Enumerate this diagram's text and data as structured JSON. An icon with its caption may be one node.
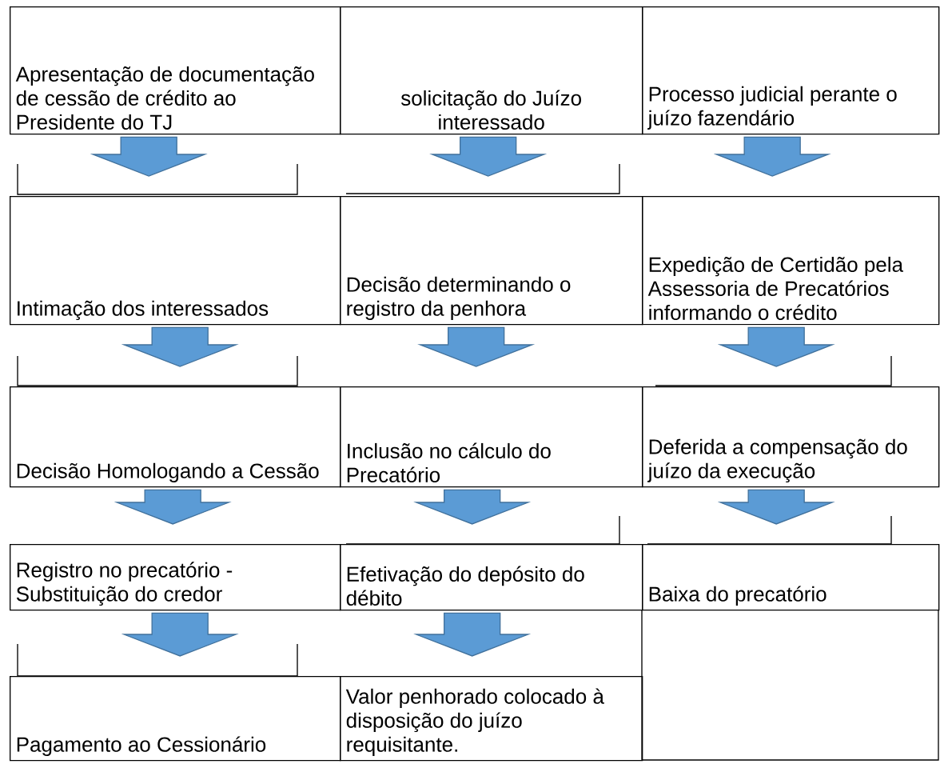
{
  "diagram": {
    "nodes": [
      {
        "text": [
          "Apresentação de documentação de cessão de crédito ao Presidente do TJ"
        ]
      },
      {
        "text": [
          "solicitação do Juízo interessado"
        ]
      },
      {
        "text": [
          "Processo judicial perante o juízo fazendário"
        ]
      },
      {
        "text": [
          "Intimação dos interessados"
        ]
      },
      {
        "text": [
          "Decisão determinando o registro da penhora"
        ]
      },
      {
        "text": [
          "Expedição de Certidão pela Assessoria de Precatórios informando o crédito"
        ]
      },
      {
        "text": [
          "Decisão Homologando a Cessão"
        ]
      },
      {
        "text": [
          "Inclusão no cálculo do Precatório"
        ]
      },
      {
        "text": [
          "Deferida a compensação do juízo da execução"
        ]
      },
      {
        "text": [
          "Registro no precatório - Substituição do credor"
        ]
      },
      {
        "text": [
          "Efetivação do depósito do débito"
        ]
      },
      {
        "text": [
          "Baixa do precatório"
        ]
      },
      {
        "text": [
          "Pagamento ao Cessionário"
        ]
      },
      {
        "text": [
          "Valor penhorado colocado à disposição do juízo requisitante."
        ]
      }
    ],
    "edges": [
      {
        "from": 0,
        "to": 3,
        "arrow": "to"
      },
      {
        "from": 1,
        "to": 4,
        "arrow": "to"
      },
      {
        "from": 2,
        "to": 5,
        "arrow": "to"
      },
      {
        "from": 3,
        "to": 6,
        "arrow": "to"
      },
      {
        "from": 4,
        "to": 7,
        "arrow": "to"
      },
      {
        "from": 5,
        "to": 8,
        "arrow": "to"
      },
      {
        "from": 6,
        "to": 9,
        "arrow": "to"
      },
      {
        "from": 7,
        "to": 10,
        "arrow": "to"
      },
      {
        "from": 8,
        "to": 11,
        "arrow": "to"
      },
      {
        "from": 9,
        "to": 12,
        "arrow": "to"
      },
      {
        "from": 10,
        "to": 13,
        "arrow": "to"
      }
    ]
  }
}
